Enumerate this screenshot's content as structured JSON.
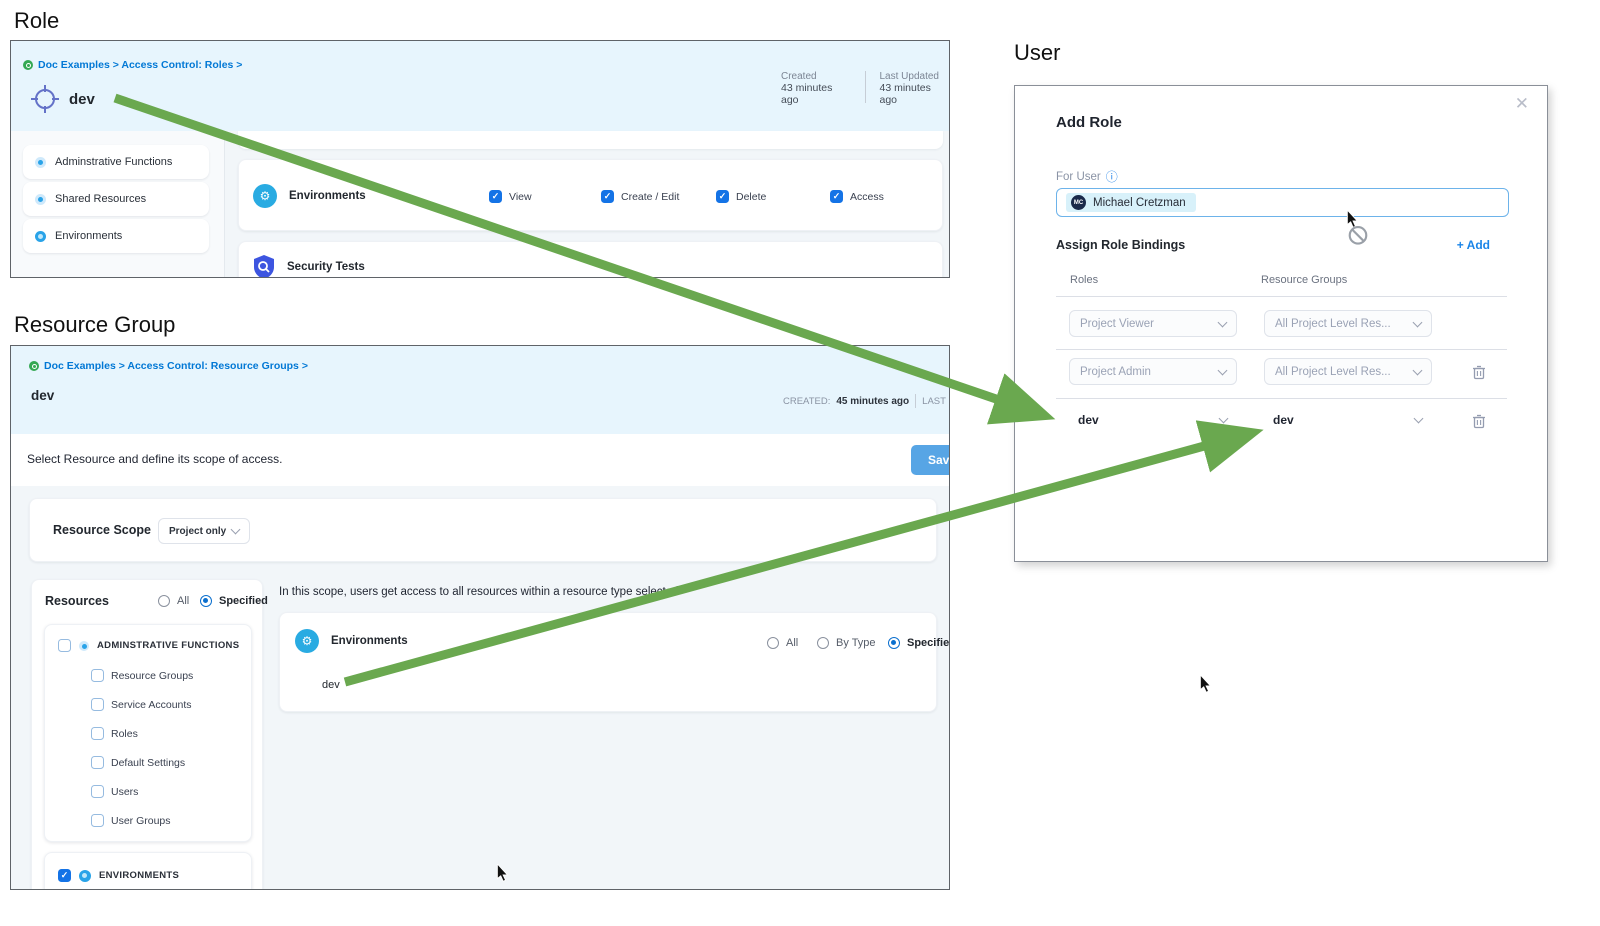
{
  "colors": {
    "accent_blue": "#1473E6",
    "link_blue": "#0278D5",
    "header_bg": "#E7F5FD",
    "arrow_green": "#6AA84F"
  },
  "role_section": {
    "heading": "Role",
    "breadcrumb": "Doc Examples > Access Control: Roles >",
    "title": "dev",
    "created": {
      "label": "Created",
      "value": "43 minutes ago"
    },
    "last_updated": {
      "label": "Last Updated",
      "value": "43 minutes ago"
    },
    "sidebar": {
      "items": [
        {
          "label": "Adminstrative Functions"
        },
        {
          "label": "Shared Resources"
        },
        {
          "label": "Environments"
        }
      ]
    },
    "permissions": {
      "resource_label": "Environments",
      "options": [
        {
          "label": "View",
          "checked": true
        },
        {
          "label": "Create / Edit",
          "checked": true
        },
        {
          "label": "Delete",
          "checked": true
        },
        {
          "label": "Access",
          "checked": true
        }
      ],
      "next_resource_label": "Security Tests"
    }
  },
  "resource_group_section": {
    "heading": "Resource Group",
    "breadcrumb": "Doc Examples > Access Control: Resource Groups >",
    "title": "dev",
    "created_label": "CREATED:",
    "created_value": "45 minutes ago",
    "last_updated_label": "LAST UPDATED:",
    "instruction": "Select Resource and define its scope of access.",
    "save_label": "Save",
    "resource_scope": {
      "label": "Resource Scope",
      "value": "Project only"
    },
    "resources": {
      "label": "Resources",
      "radio_all": "All",
      "radio_specified": "Specified",
      "admin_group": "ADMINSTRATIVE FUNCTIONS",
      "admin_children": [
        "Resource Groups",
        "Service Accounts",
        "Roles",
        "Default Settings",
        "Users",
        "User Groups"
      ],
      "environments_group": "ENVIRONMENTS"
    },
    "scope_hint": "In this scope, users get access to all resources within a resource type selected",
    "environments_scope": {
      "label": "Environments",
      "radio_all": "All",
      "radio_by_type": "By Type",
      "radio_specified": "Specified",
      "item": "dev"
    }
  },
  "user_section": {
    "heading": "User",
    "modal_title": "Add Role",
    "for_user_label": "For User",
    "user": {
      "initials": "MC",
      "name": "Michael Cretzman"
    },
    "bindings_title": "Assign Role Bindings",
    "add_label": "+ Add",
    "col_roles": "Roles",
    "col_resource_groups": "Resource Groups",
    "rows": [
      {
        "role": "Project Viewer",
        "resource_group": "All Project Level Res...",
        "deletable": false
      },
      {
        "role": "Project Admin",
        "resource_group": "All Project Level Res...",
        "deletable": true
      },
      {
        "role": "dev",
        "resource_group": "dev",
        "deletable": true
      }
    ]
  }
}
